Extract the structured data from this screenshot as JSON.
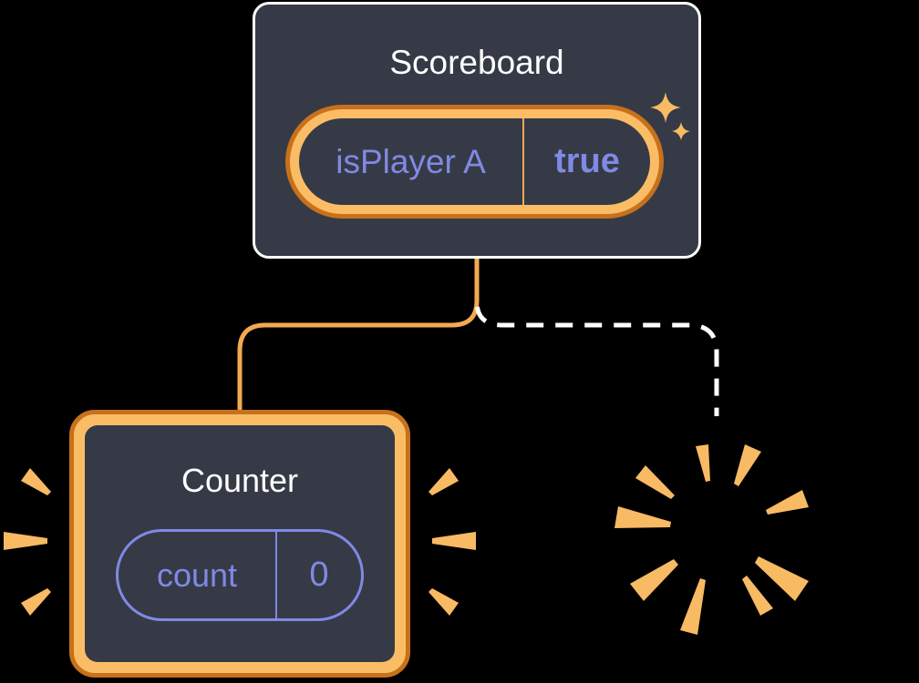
{
  "colors": {
    "background": "#000000",
    "card_bg": "#353A46",
    "card_border": "#FFFFFF",
    "accent_dark": "#C7711C",
    "accent_light": "#FABD66",
    "connector": "#F3A952",
    "dashed": "#FFFFFF",
    "ray": "#F8BA63",
    "purple": "#8089E4",
    "title": "#FFFFFF"
  },
  "scoreboard": {
    "title": "Scoreboard",
    "state": {
      "label": "isPlayer A",
      "value": "true"
    }
  },
  "counter": {
    "title": "Counter",
    "state": {
      "label": "count",
      "value": "0"
    }
  },
  "icons": {
    "sparkle": "four-point-stars",
    "poof": "burst-rays",
    "highlight": "emphasis-rays"
  }
}
